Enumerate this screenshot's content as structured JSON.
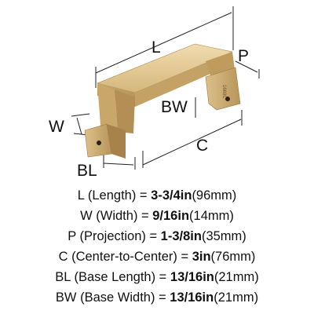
{
  "diagram": {
    "labels": {
      "L": "L",
      "P": "P",
      "W": "W",
      "BW": "BW",
      "C": "C",
      "BL": "BL"
    },
    "engraving": "1669C",
    "colors": {
      "brass_light": "#e7cf9e",
      "brass_mid": "#cfae71",
      "brass_dark": "#9c7a44",
      "line": "#222222"
    }
  },
  "specs": [
    {
      "abbr": "L",
      "name": " (Length) = ",
      "value": "3-3/4in",
      "metric": "(96mm)"
    },
    {
      "abbr": "W",
      "name": " (Width) = ",
      "value": "9/16in",
      "metric": "(14mm)"
    },
    {
      "abbr": "P",
      "name": " (Projection) = ",
      "value": "1-3/8in",
      "metric": "(35mm)"
    },
    {
      "abbr": "C",
      "name": " (Center-to-Center) = ",
      "value": "3in",
      "metric": "(76mm)"
    },
    {
      "abbr": "BL",
      "name": " (Base Length) = ",
      "value": "13/16in",
      "metric": "(21mm)"
    },
    {
      "abbr": "BW",
      "name": " (Base Width) = ",
      "value": "13/16in",
      "metric": "(21mm)"
    }
  ]
}
